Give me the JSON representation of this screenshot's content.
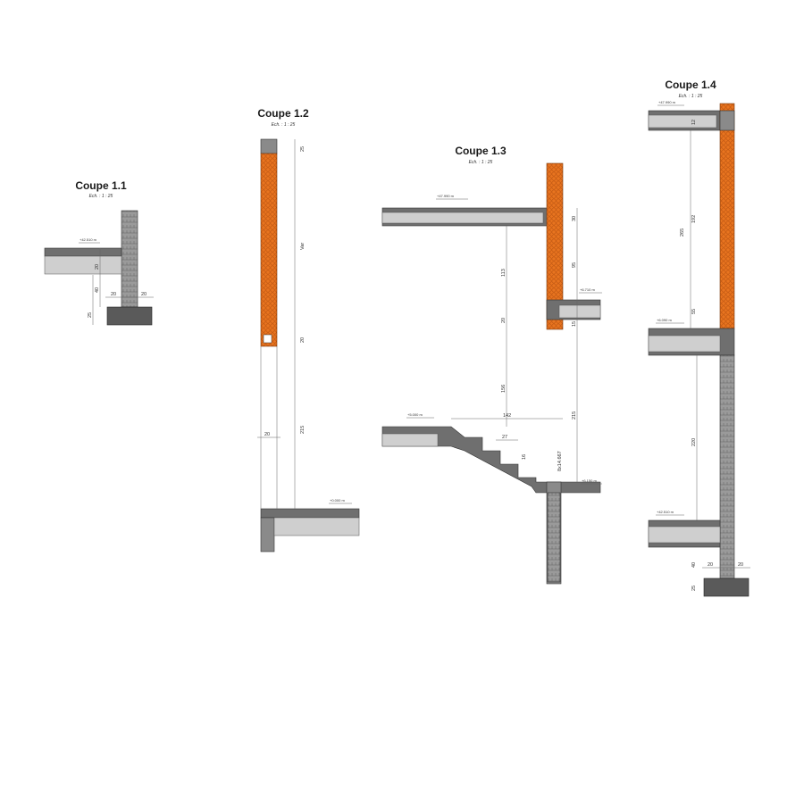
{
  "sections": [
    {
      "id": "1.1",
      "title": "Coupe 1.1",
      "scale": "Ech. : 1 : 25"
    },
    {
      "id": "1.2",
      "title": "Coupe 1.2",
      "scale": "Ech. : 1 : 25"
    },
    {
      "id": "1.3",
      "title": "Coupe 1.3",
      "scale": "Ech. : 1 : 25"
    },
    {
      "id": "1.4",
      "title": "Coupe 1.4",
      "scale": "Ech. : 1 : 25"
    }
  ],
  "levels": {
    "s11_floor": "+42.510 m",
    "s12_floor": "+0.000 m",
    "s13_top": "+47.990 m",
    "s13_mid": "+6.710 m",
    "s13_landing": "+5.000 m",
    "s13_bottom": "+6.150 m",
    "s14_top": "+47.990 m",
    "s14_mid": "+6.090 m",
    "s14_bottom": "+42.510 m"
  },
  "dims": {
    "s11_a": "20",
    "s11_b": "40",
    "s11_c": "25",
    "s11_d": "20",
    "s11_e": "20",
    "s12_a": "25",
    "s12_b": "Var",
    "s12_c": "20",
    "s12_d": "215",
    "s12_e": "20",
    "s13_a": "30",
    "s13_b": "95",
    "s13_c": "113",
    "s13_d": "20",
    "s13_e": "15",
    "s13_f": "156",
    "s13_g": "215",
    "s13_h": "142",
    "s13_i": "27",
    "s13_j": "16",
    "s13_k": "8x14.667",
    "s14_a": "12",
    "s14_b": "192",
    "s14_c": "265",
    "s14_d": "55",
    "s14_e": "220",
    "s14_f": "40",
    "s14_g": "25",
    "s14_h": "20",
    "s14_i": "20"
  }
}
